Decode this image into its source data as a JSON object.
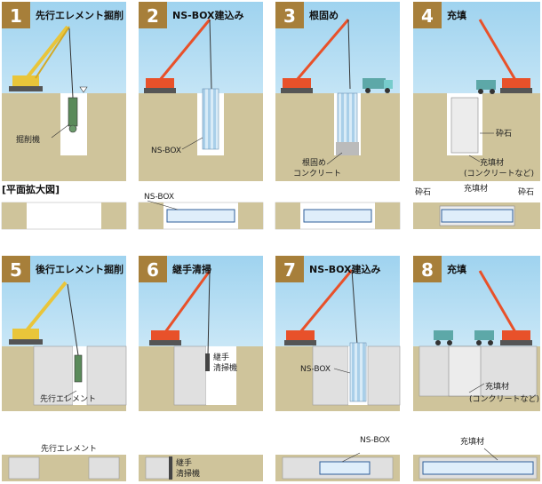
{
  "steps": [
    {
      "num": "1",
      "title": "先行エレメント掘削",
      "labels": [
        "掘削機"
      ]
    },
    {
      "num": "2",
      "title": "NS-BOX建込み",
      "labels": [
        "NS-BOX"
      ]
    },
    {
      "num": "3",
      "title": "根固め",
      "labels": [
        "根固め",
        "コンクリート"
      ]
    },
    {
      "num": "4",
      "title": "充填",
      "labels": [
        "砕石",
        "充填材",
        "(コンクリートなど)"
      ]
    },
    {
      "num": "5",
      "title": "後行エレメント掘削",
      "labels": [
        "先行エレメント"
      ]
    },
    {
      "num": "6",
      "title": "継手清掃",
      "labels": [
        "継手",
        "清掃機"
      ]
    },
    {
      "num": "7",
      "title": "NS-BOX建込み",
      "labels": [
        "NS-BOX"
      ]
    },
    {
      "num": "8",
      "title": "充填",
      "labels": [
        "充填材",
        "(コンクリートなど)"
      ]
    }
  ],
  "plan": {
    "heading": "[平面拡大図]",
    "row1": {
      "p2": "NS-BOX",
      "p4a": "砕石",
      "p4b": "充填材",
      "p4c": "砕石"
    },
    "row2": {
      "p5": "先行エレメント",
      "p6a": "継手",
      "p6b": "清掃機",
      "p7": "NS-BOX",
      "p8": "充填材"
    }
  },
  "colors": {
    "sky": "#bfe4f4",
    "ground": "#cfc49b",
    "badge": "#a77f3a",
    "crane": "#e9c53a",
    "crane2": "#e8512a",
    "element": "#ddeeff",
    "fill": "#ececec"
  }
}
